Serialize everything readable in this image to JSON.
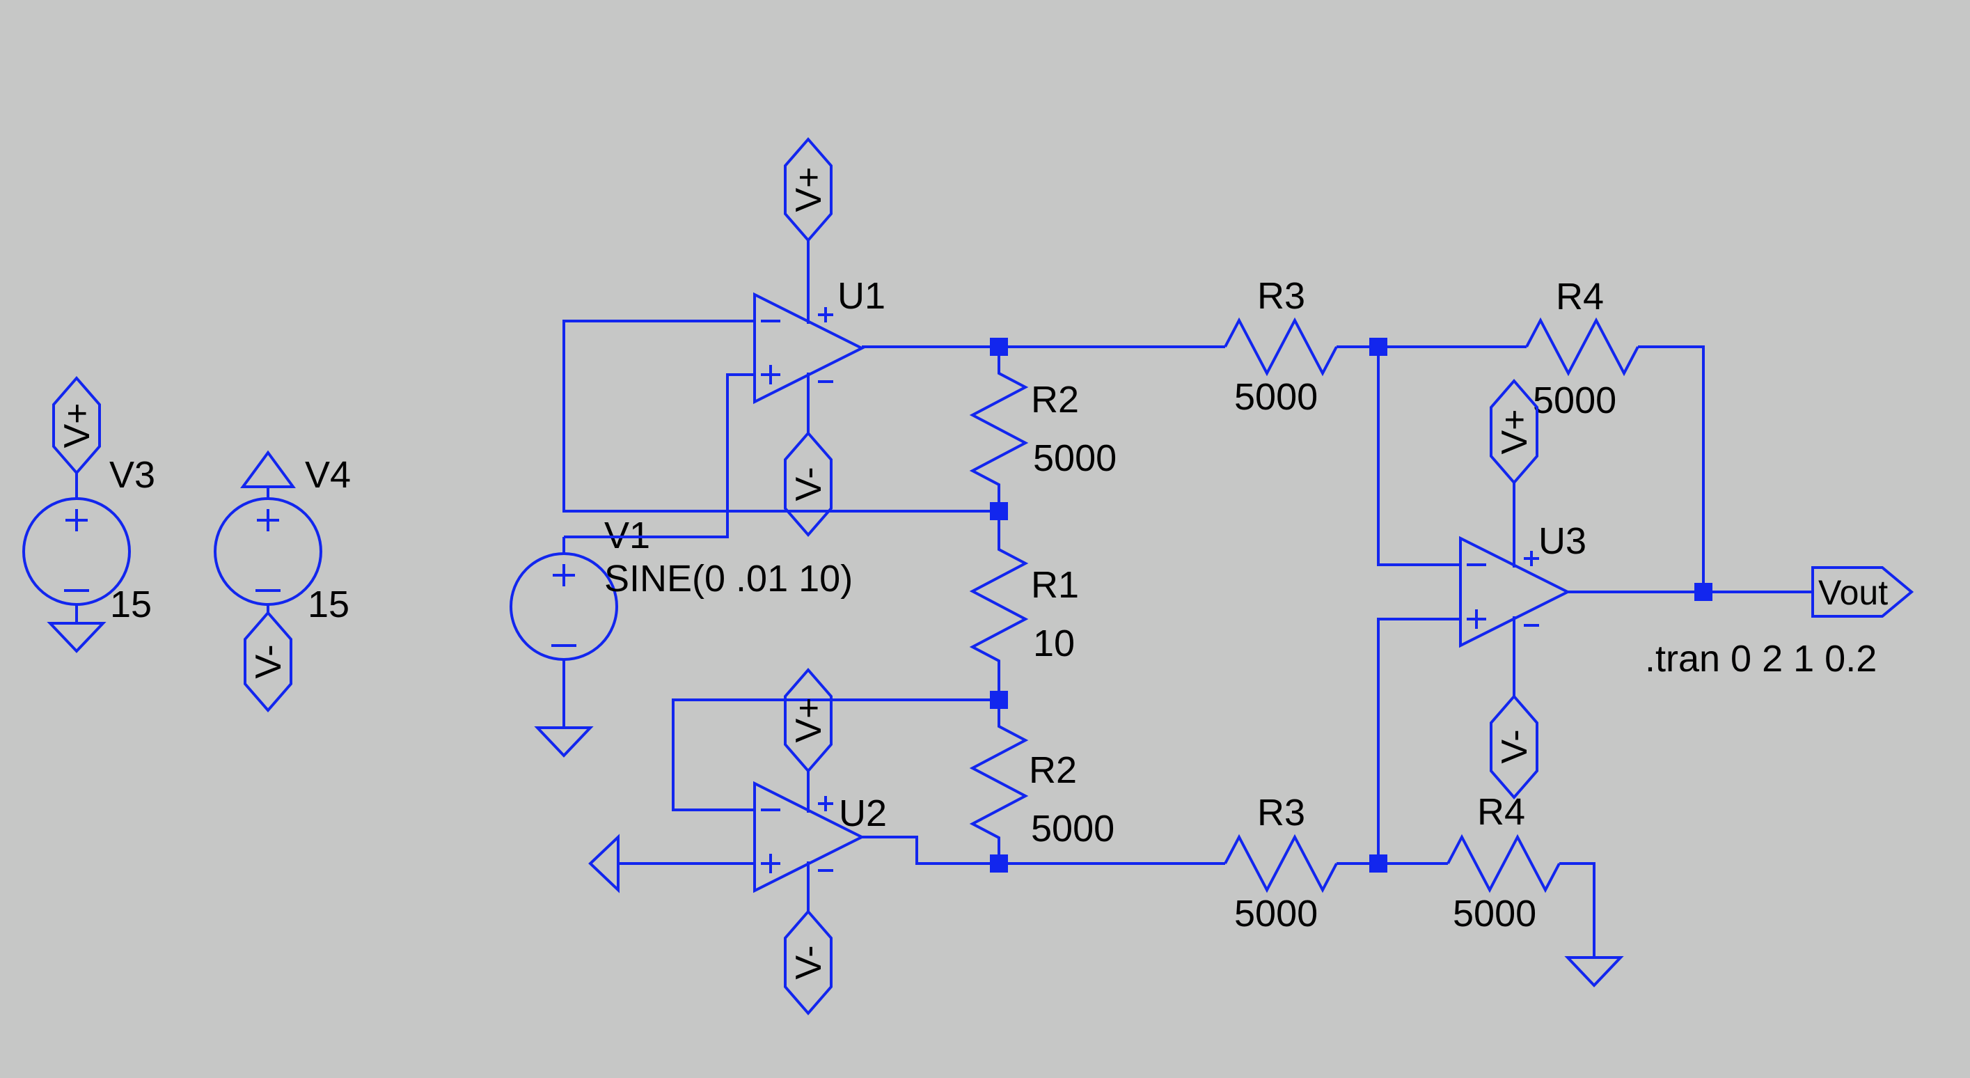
{
  "schematic": {
    "app": "LTspice schematic canvas",
    "background_color": "#c6c7c6",
    "wire_color": "#1226ee",
    "text_color": "#000000",
    "directive": ".tran 0 2 1 0.2",
    "sources": {
      "v1": {
        "label": "V1",
        "value": "SINE(0 .01 10)"
      },
      "v3": {
        "label": "V3",
        "value": "15"
      },
      "v4": {
        "label": "V4",
        "value": "15"
      }
    },
    "opamps": {
      "u1": {
        "label": "U1"
      },
      "u2": {
        "label": "U2"
      },
      "u3": {
        "label": "U3"
      }
    },
    "resistors": {
      "r1": {
        "label": "R1",
        "value": "10"
      },
      "r2_top": {
        "label": "R2",
        "value": "5000"
      },
      "r2_bottom": {
        "label": "R2",
        "value": "5000"
      },
      "r3_top": {
        "label": "R3",
        "value": "5000"
      },
      "r3_bottom": {
        "label": "R3",
        "value": "5000"
      },
      "r4_top": {
        "label": "R4",
        "value": "5000"
      },
      "r4_bottom": {
        "label": "R4",
        "value": "5000"
      }
    },
    "net_flags": {
      "vplus": "V+",
      "vminus": "V-",
      "vout": "Vout"
    },
    "pin_marks": {
      "plus": "+",
      "minus": "−"
    }
  }
}
